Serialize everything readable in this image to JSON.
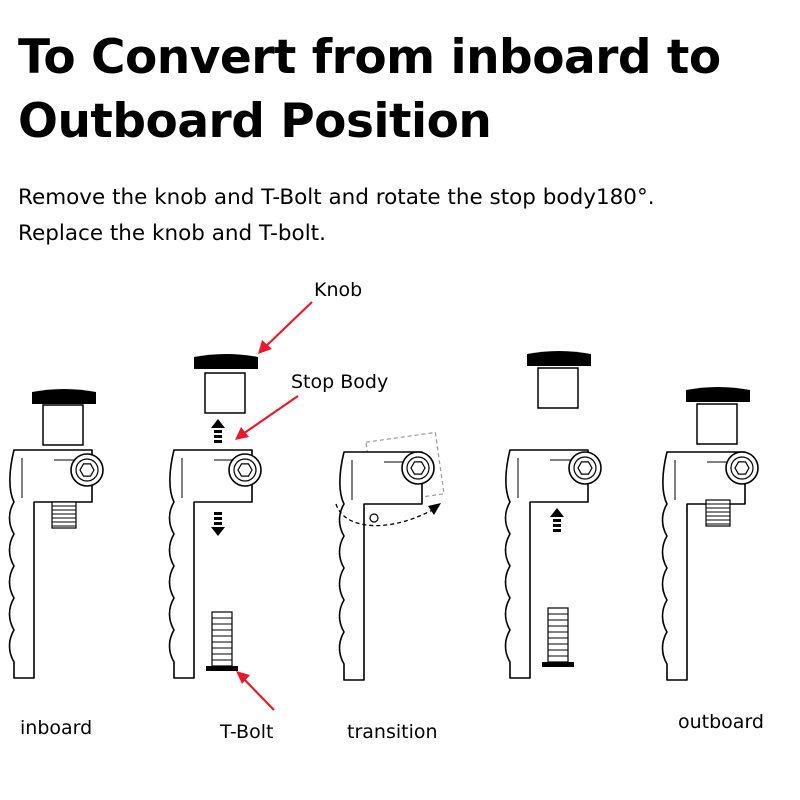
{
  "title": {
    "line1": "To Convert from inboard to",
    "line2": "Outboard Position"
  },
  "instructions": {
    "line1": "Remove the knob and T-Bolt and rotate the stop body180°.",
    "line2": "Replace the knob and T-bolt."
  },
  "callouts": {
    "knob": "Knob",
    "stop_body": "Stop Body",
    "t_bolt": "T-Bolt"
  },
  "stages": {
    "inboard": "inboard",
    "transition": "transition",
    "outboard": "outboard"
  },
  "colors": {
    "ink": "#000000",
    "callout_arrow": "#e8192c",
    "ghost_outline": "#9a9a9a"
  }
}
